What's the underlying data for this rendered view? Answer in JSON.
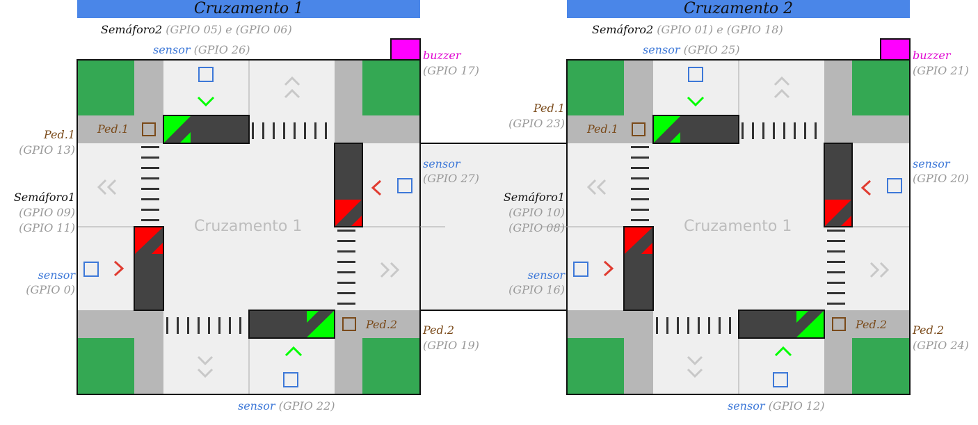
{
  "crossings": [
    {
      "title": "Cruzamento 1",
      "center_label": "Cruzamento 1",
      "semaforo2": {
        "name": "Semáforo2",
        "gpio": "(GPIO 05) e (GPIO 06)"
      },
      "sensor_top": {
        "name": "sensor",
        "gpio": "(GPIO 26)"
      },
      "buzzer": {
        "name": "buzzer",
        "gpio": "(GPIO 17)"
      },
      "ped1_outer": {
        "name": "Ped.1",
        "gpio": "(GPIO 13)"
      },
      "ped1_inner": "Ped.1",
      "sensor_right": {
        "name": "sensor",
        "gpio": "(GPIO 27)"
      },
      "semaforo1": {
        "name": "Semáforo1",
        "gpio_a": "(GPIO 09)",
        "gpio_b": "(GPIO 11)"
      },
      "sensor_left": {
        "name": "sensor",
        "gpio": "(GPIO 0)"
      },
      "ped2_inner": "Ped.2",
      "ped2_outer": {
        "name": "Ped.2",
        "gpio": "(GPIO 19)"
      },
      "sensor_bottom": {
        "name": "sensor",
        "gpio": "(GPIO 22)"
      }
    },
    {
      "title": "Cruzamento 2",
      "center_label": "Cruzamento 1",
      "semaforo2": {
        "name": "Semáforo2",
        "gpio": "(GPIO 01) e (GPIO 18)"
      },
      "sensor_top": {
        "name": "sensor",
        "gpio": "(GPIO 25)"
      },
      "buzzer": {
        "name": "buzzer",
        "gpio": "(GPIO 21)"
      },
      "ped1_outer": {
        "name": "Ped.1",
        "gpio": "(GPIO 23)"
      },
      "ped1_inner": "Ped.1",
      "sensor_right": {
        "name": "sensor",
        "gpio": "(GPIO 20)"
      },
      "semaforo1": {
        "name": "Semáforo1",
        "gpio_a": "(GPIO 10)",
        "gpio_b": "(GPIO 08)"
      },
      "sensor_left": {
        "name": "sensor",
        "gpio": "(GPIO 16)"
      },
      "ped2_inner": "Ped.2",
      "ped2_outer": {
        "name": "Ped.2",
        "gpio": "(GPIO 24)"
      },
      "sensor_bottom": {
        "name": "sensor",
        "gpio": "(GPIO 12)"
      }
    }
  ],
  "colors": {
    "title_bar": "#4a86e8",
    "grass": "#34a853",
    "sidewalk": "#b7b7b7",
    "road": "#efefef",
    "signal_housing": "#434343",
    "green_light": "#00ff00",
    "red_light": "#ff0000",
    "buzzer": "#ff00ff",
    "sensor": "#3d78d8",
    "ped_button": "#7a4a1a"
  },
  "icons": {
    "sensor": "square-outline-icon",
    "ped_button": "square-outline-icon",
    "buzzer": "square-filled-icon",
    "direction": "chevron-icon"
  }
}
